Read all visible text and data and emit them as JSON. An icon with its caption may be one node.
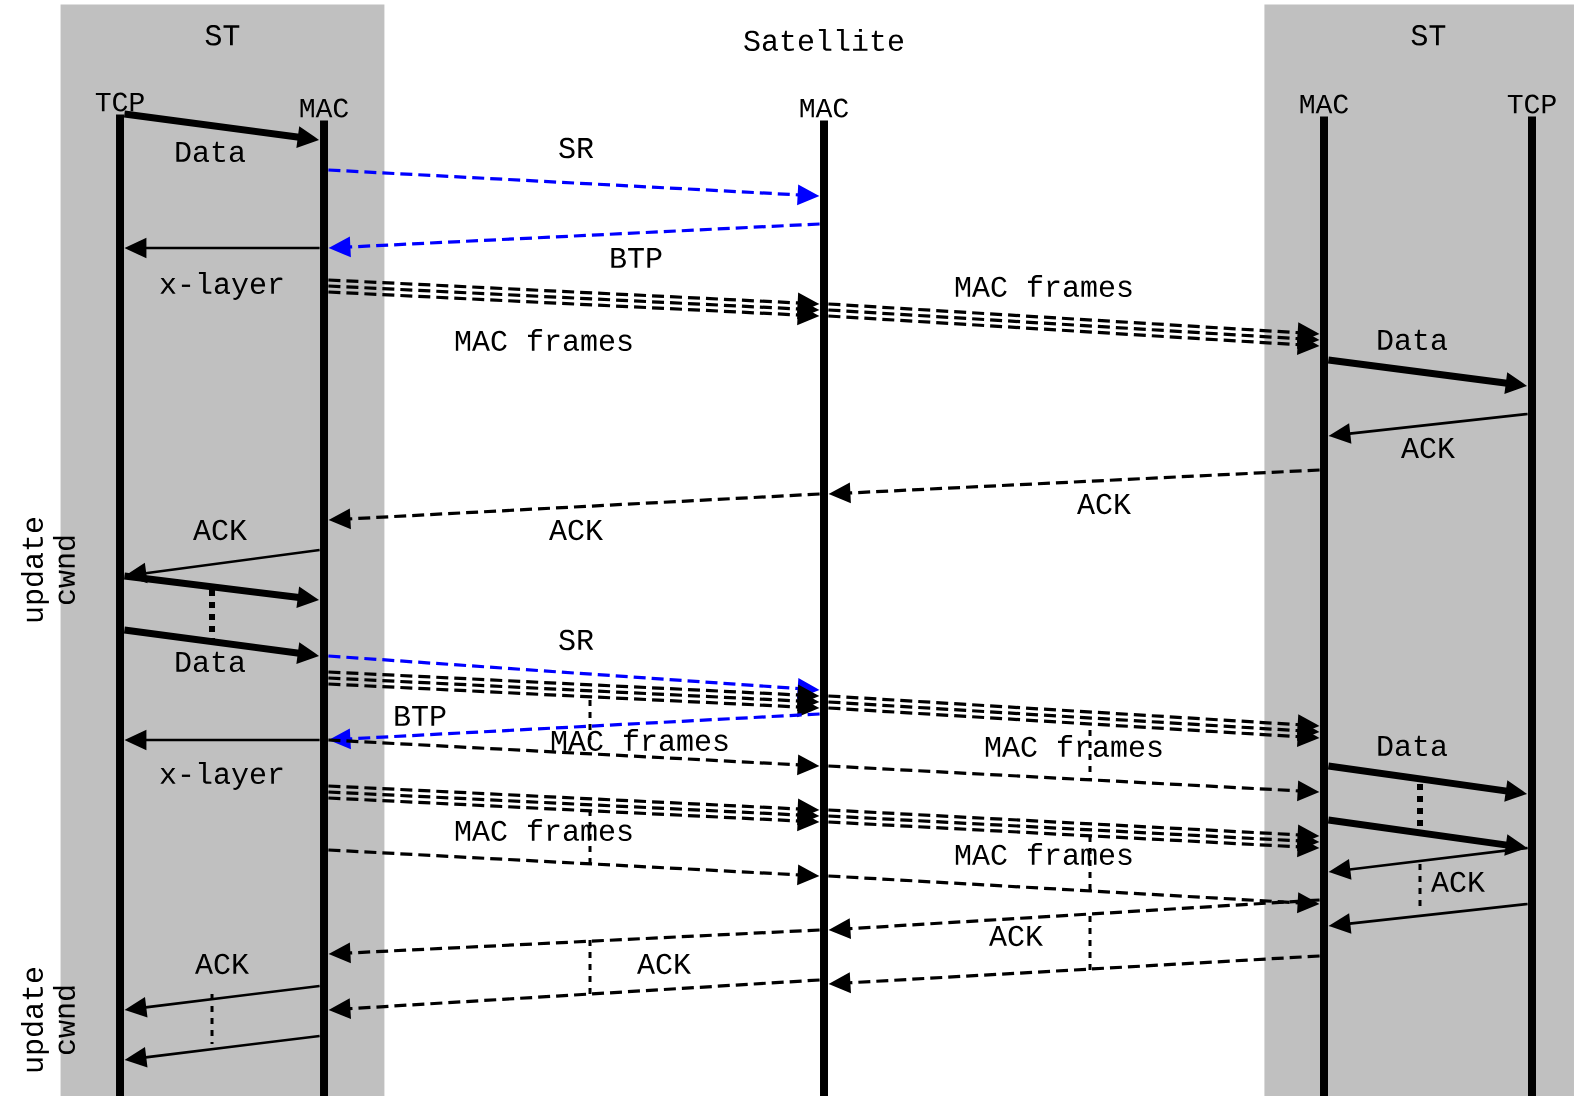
{
  "diagram": {
    "nodes": [
      {
        "text": [
          "ST"
        ]
      },
      {
        "text": [
          "TCP"
        ],
        "in": 0
      },
      {
        "text": [
          "MAC"
        ],
        "in": 0
      },
      {
        "text": [
          "MAC"
        ]
      },
      {
        "text": [
          "ST"
        ]
      },
      {
        "text": [
          "MAC"
        ],
        "in": 4
      },
      {
        "text": [
          "TCP"
        ],
        "in": 4
      }
    ],
    "edges": [
      {
        "from": 1,
        "to": 2,
        "arrow": "to",
        "label": "Data",
        "style": "thick"
      },
      {
        "from": 2,
        "to": 3,
        "arrow": "to",
        "label": "SR",
        "style": "dashed",
        "color": "#0000ff"
      },
      {
        "from": 3,
        "to": 2,
        "arrow": "to",
        "label": "BTP",
        "style": "dashed",
        "color": "#0000ff"
      },
      {
        "from": 2,
        "to": 1,
        "arrow": "to",
        "label": "x-layer"
      },
      {
        "from": 2,
        "to": 3,
        "arrow": "to",
        "label": "MAC frames",
        "style": "dashed"
      },
      {
        "from": 2,
        "to": 3,
        "arrow": "to",
        "style": "dashed"
      },
      {
        "from": 2,
        "to": 3,
        "arrow": "to",
        "style": "dashed"
      },
      {
        "from": 3,
        "to": 5,
        "arrow": "to",
        "label": "MAC frames",
        "style": "dashed"
      },
      {
        "from": 3,
        "to": 5,
        "arrow": "to",
        "style": "dashed"
      },
      {
        "from": 3,
        "to": 5,
        "arrow": "to",
        "style": "dashed"
      },
      {
        "from": 5,
        "to": 6,
        "arrow": "to",
        "label": "Data",
        "style": "thick"
      },
      {
        "from": 6,
        "to": 5,
        "arrow": "to",
        "label": "ACK"
      },
      {
        "from": 5,
        "to": 3,
        "arrow": "to",
        "label": "ACK",
        "style": "dashed"
      },
      {
        "from": 3,
        "to": 2,
        "arrow": "to",
        "label": "ACK",
        "style": "dashed"
      },
      {
        "from": 2,
        "to": 1,
        "arrow": "to",
        "label": "ACK"
      },
      {
        "from": 1,
        "to": 2,
        "arrow": "to",
        "style": "thick"
      },
      {
        "from": 1,
        "to": 2,
        "arrow": "to",
        "label": "Data",
        "style": "thick"
      },
      {
        "from": 2,
        "to": 3,
        "arrow": "to",
        "label": "SR",
        "style": "dashed",
        "color": "#0000ff"
      },
      {
        "from": 2,
        "to": 3,
        "arrow": "to",
        "style": "dashed"
      },
      {
        "from": 2,
        "to": 3,
        "arrow": "to",
        "style": "dashed"
      },
      {
        "from": 2,
        "to": 3,
        "arrow": "to",
        "style": "dashed"
      },
      {
        "from": 3,
        "to": 2,
        "arrow": "to",
        "label": "BTP",
        "style": "dashed",
        "color": "#0000ff"
      },
      {
        "from": 2,
        "to": 1,
        "arrow": "to",
        "label": "x-layer"
      },
      {
        "from": 2,
        "to": 3,
        "arrow": "to",
        "label": "MAC frames",
        "style": "dashed"
      },
      {
        "from": 2,
        "to": 3,
        "arrow": "to",
        "label": "MAC frames",
        "style": "dashed"
      },
      {
        "from": 2,
        "to": 3,
        "arrow": "to",
        "style": "dashed"
      },
      {
        "from": 2,
        "to": 3,
        "arrow": "to",
        "style": "dashed"
      },
      {
        "from": 2,
        "to": 3,
        "arrow": "to",
        "style": "dashed"
      },
      {
        "from": 3,
        "to": 5,
        "arrow": "to",
        "style": "dashed"
      },
      {
        "from": 3,
        "to": 5,
        "arrow": "to",
        "style": "dashed"
      },
      {
        "from": 3,
        "to": 5,
        "arrow": "to",
        "style": "dashed"
      },
      {
        "from": 3,
        "to": 5,
        "arrow": "to",
        "label": "MAC frames",
        "style": "dashed"
      },
      {
        "from": 3,
        "to": 5,
        "arrow": "to",
        "label": "MAC frames",
        "style": "dashed"
      },
      {
        "from": 3,
        "to": 5,
        "arrow": "to",
        "style": "dashed"
      },
      {
        "from": 3,
        "to": 5,
        "arrow": "to",
        "style": "dashed"
      },
      {
        "from": 3,
        "to": 5,
        "arrow": "to",
        "style": "dashed"
      },
      {
        "from": 5,
        "to": 6,
        "arrow": "to",
        "label": "Data",
        "style": "thick"
      },
      {
        "from": 5,
        "to": 6,
        "arrow": "to",
        "style": "thick"
      },
      {
        "from": 6,
        "to": 5,
        "arrow": "to",
        "label": "ACK"
      },
      {
        "from": 6,
        "to": 5,
        "arrow": "to"
      },
      {
        "from": 5,
        "to": 3,
        "arrow": "to",
        "label": "ACK",
        "style": "dashed"
      },
      {
        "from": 5,
        "to": 3,
        "arrow": "to",
        "style": "dashed"
      },
      {
        "from": 3,
        "to": 2,
        "arrow": "to",
        "label": "ACK",
        "style": "dashed"
      },
      {
        "from": 3,
        "to": 2,
        "arrow": "to",
        "style": "dashed"
      },
      {
        "from": 2,
        "to": 1,
        "arrow": "to",
        "label": "ACK"
      },
      {
        "from": 2,
        "to": 1,
        "arrow": "to"
      }
    ],
    "labels": [
      "Satellite",
      "update cwnd",
      "update cwnd"
    ]
  }
}
